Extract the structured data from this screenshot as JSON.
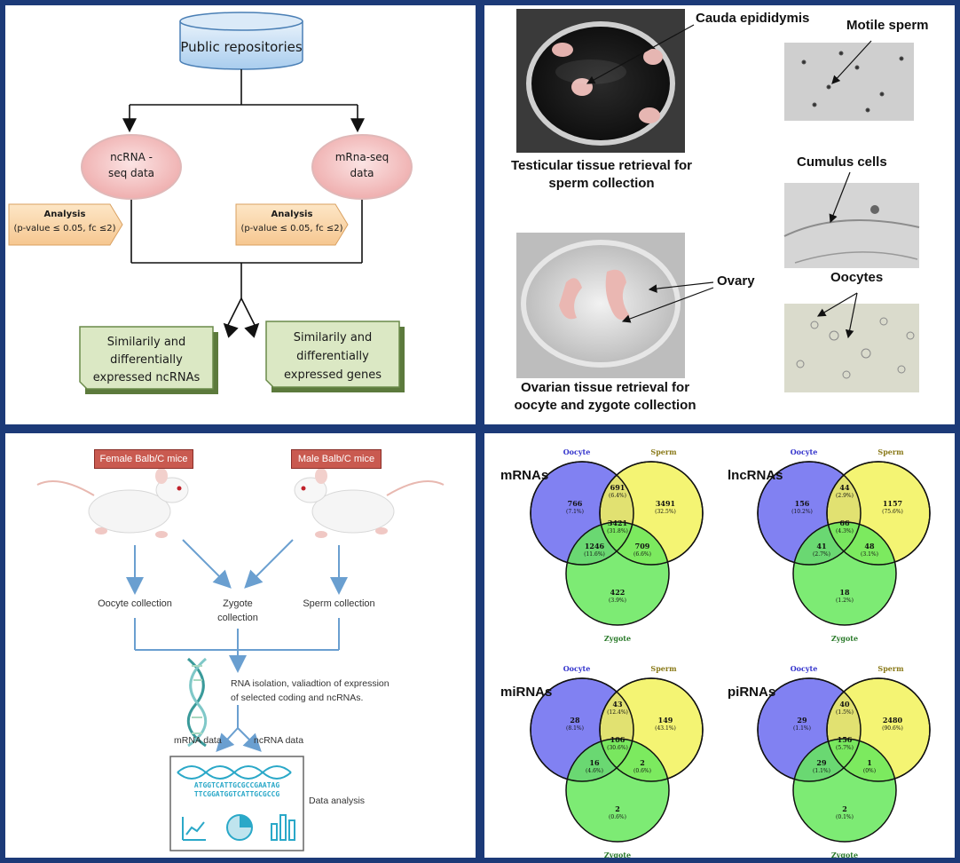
{
  "flowchart": {
    "repo": "Public repositories",
    "ncrna_line1": "ncRNA -",
    "ncrna_line2": "seq data",
    "mrna_line1": "mRna-seq",
    "mrna_line2": "data",
    "analysis_title": "Analysis",
    "analysis_criteria": "(p-value ≤ 0.05, fc ≤2)",
    "out_ncrna": [
      "Similarily and",
      "differentially",
      "expressed ncRNAs"
    ],
    "out_genes": [
      "Similarily and",
      "differentially",
      "expressed genes"
    ]
  },
  "photos": {
    "cauda": "Cauda epididymis",
    "motile": "Motile sperm",
    "testis_cap_1": "Testicular tissue retrieval for",
    "testis_cap_2": "sperm collection",
    "cumulus": "Cumulus cells",
    "ovary": "Ovary",
    "oocytes": "Oocytes",
    "ovary_cap_1": "Ovarian tissue retrieval for",
    "ovary_cap_2": "oocyte and zygote collection"
  },
  "workflow": {
    "female": "Female Balb/C mice",
    "male": "Male Balb/C mice",
    "oocyte_collection": "Oocyte collection",
    "zygote_collection_1": "Zygote",
    "zygote_collection_2": "collection",
    "sperm_collection": "Sperm collection",
    "rna_1": "RNA isolation, valiadtion of expression",
    "rna_2": "of selected coding and ncRNAs.",
    "mrna_data": "mRNA data",
    "ncrna_data": "ncRNA data",
    "seq_1": "ATGGTCATTGCGCCGAATAG",
    "seq_2": "TTCGGATGGTCATTGCGCCG",
    "data_analysis": "Data analysis"
  },
  "venn": {
    "colors": {
      "oocyte": "#6b6bf0",
      "sperm": "#f2f25a",
      "zygote": "#66e85c"
    },
    "label_colors": {
      "oocyte": "#3333cc",
      "sperm": "#8a7a1a",
      "zygote": "#2a7a2a"
    },
    "sets": [
      "Oocyte",
      "Sperm",
      "Zygote"
    ],
    "diagrams": [
      {
        "title": "mRNAs",
        "regions": {
          "o": [
            "766",
            "(7.1%)"
          ],
          "os": [
            "691",
            "(6.4%)"
          ],
          "s": [
            "3491",
            "(32.5%)"
          ],
          "all": [
            "3421",
            "(31.8%)"
          ],
          "oz": [
            "1246",
            "(11.6%)"
          ],
          "sz": [
            "709",
            "(6.6%)"
          ],
          "z": [
            "422",
            "(3.9%)"
          ]
        }
      },
      {
        "title": "lncRNAs",
        "regions": {
          "o": [
            "156",
            "(10.2%)"
          ],
          "os": [
            "44",
            "(2.9%)"
          ],
          "s": [
            "1157",
            "(75.6%)"
          ],
          "all": [
            "66",
            "(4.3%)"
          ],
          "oz": [
            "41",
            "(2.7%)"
          ],
          "sz": [
            "48",
            "(3.1%)"
          ],
          "z": [
            "18",
            "(1.2%)"
          ]
        }
      },
      {
        "title": "miRNAs",
        "regions": {
          "o": [
            "28",
            "(8.1%)"
          ],
          "os": [
            "43",
            "(12.4%)"
          ],
          "s": [
            "149",
            "(43.1%)"
          ],
          "all": [
            "106",
            "(30.6%)"
          ],
          "oz": [
            "16",
            "(4.6%)"
          ],
          "sz": [
            "2",
            "(0.6%)"
          ],
          "z": [
            "2",
            "(0.6%)"
          ]
        }
      },
      {
        "title": "piRNAs",
        "regions": {
          "o": [
            "29",
            "(1.1%)"
          ],
          "os": [
            "40",
            "(1.5%)"
          ],
          "s": [
            "2480",
            "(90.6%)"
          ],
          "all": [
            "156",
            "(5.7%)"
          ],
          "oz": [
            "29",
            "(1.1%)"
          ],
          "sz": [
            "1",
            "(0%)"
          ],
          "z": [
            "2",
            "(0.1%)"
          ]
        }
      }
    ]
  }
}
